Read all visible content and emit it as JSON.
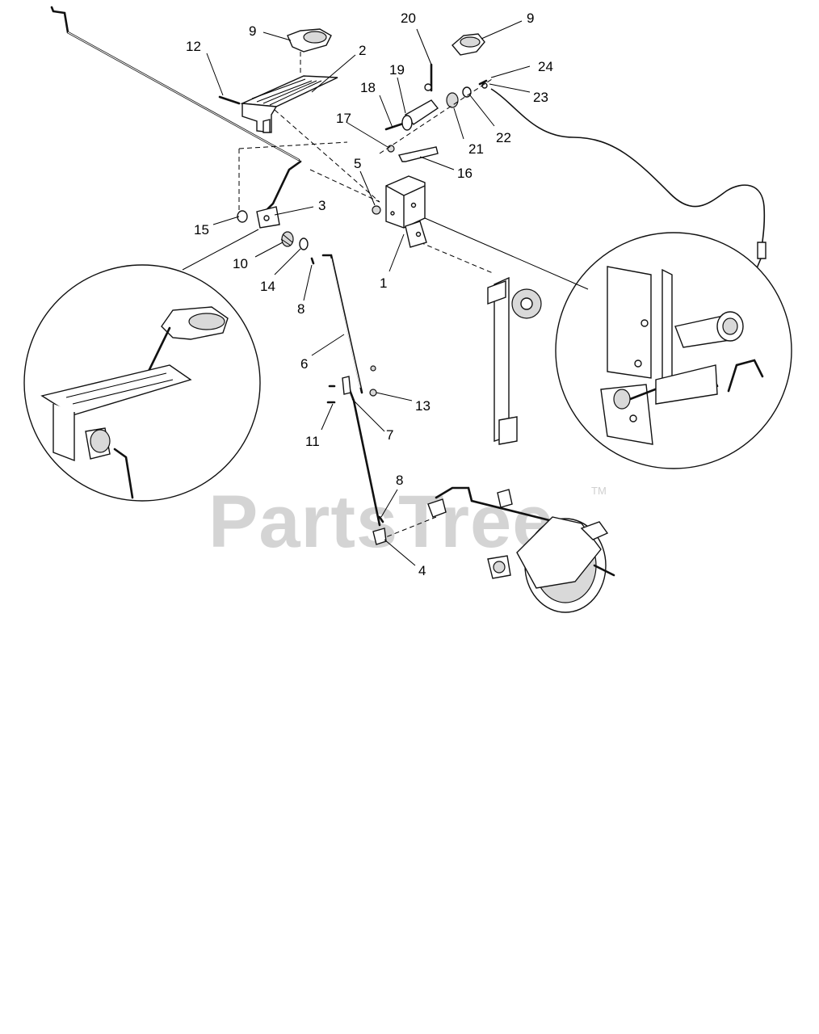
{
  "watermark": {
    "brand": "PartsTree",
    "trademark": "TM"
  },
  "callouts": [
    {
      "id": "c-9a",
      "text": "9"
    },
    {
      "id": "c-12",
      "text": "12"
    },
    {
      "id": "c-2",
      "text": "2"
    },
    {
      "id": "c-20",
      "text": "20"
    },
    {
      "id": "c-9b",
      "text": "9"
    },
    {
      "id": "c-19",
      "text": "19"
    },
    {
      "id": "c-18",
      "text": "18"
    },
    {
      "id": "c-24",
      "text": "24"
    },
    {
      "id": "c-23",
      "text": "23"
    },
    {
      "id": "c-17",
      "text": "17"
    },
    {
      "id": "c-21",
      "text": "21"
    },
    {
      "id": "c-22",
      "text": "22"
    },
    {
      "id": "c-16",
      "text": "16"
    },
    {
      "id": "c-5",
      "text": "5"
    },
    {
      "id": "c-3",
      "text": "3"
    },
    {
      "id": "c-15",
      "text": "15"
    },
    {
      "id": "c-10",
      "text": "10"
    },
    {
      "id": "c-14",
      "text": "14"
    },
    {
      "id": "c-8a",
      "text": "8"
    },
    {
      "id": "c-1",
      "text": "1"
    },
    {
      "id": "c-6",
      "text": "6"
    },
    {
      "id": "c-13",
      "text": "13"
    },
    {
      "id": "c-11",
      "text": "11"
    },
    {
      "id": "c-7",
      "text": "7"
    },
    {
      "id": "c-8b",
      "text": "8"
    },
    {
      "id": "c-4",
      "text": "4"
    }
  ]
}
